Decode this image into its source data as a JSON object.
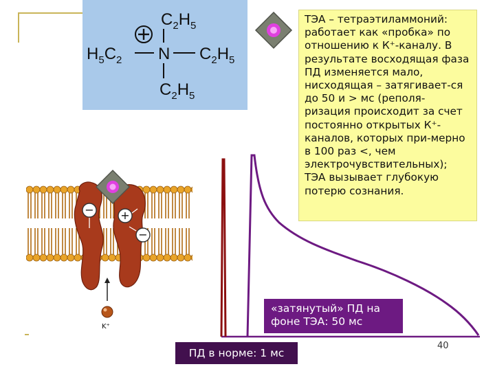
{
  "formula": {
    "center_atom": "N",
    "top_group": "C2H5",
    "bottom_group": "C2H5",
    "left_group": "H5C2",
    "right_group": "C2H5",
    "charge": "+"
  },
  "tea_description": "ТЭА – тетраэтиламмоний: работает как «пробка» по отношению к К⁺-каналу. В результате восходящая фаза ПД изменяется мало, нисходящая – затягивает-ся до 50 и > мс (реполя-ризация происходит за счет постоянно открытых К⁺-каналов, которых при-мерно в 100 раз <, чем электрочувствительных); ТЭА вызывает глубокую потерю сознания.",
  "membrane": {
    "charges": [
      "−",
      "+",
      "−"
    ],
    "ion_label": "K⁺"
  },
  "labels": {
    "prolonged_ap": "«затянутый» ПД на фоне ТЭА: 50 мс",
    "normal_ap": "ПД в норме: 1 мс"
  },
  "slide_number": "40",
  "colors": {
    "formula_bg": "#a9c9ea",
    "text_box_bg": "#fcfc9e",
    "channel_protein": "#a83a1c",
    "lipid": "#e9a428",
    "normal_ap_curve": "#8c1010",
    "prolonged_ap_curve": "#6d1a82",
    "tea_diamond": "#e040e0"
  }
}
